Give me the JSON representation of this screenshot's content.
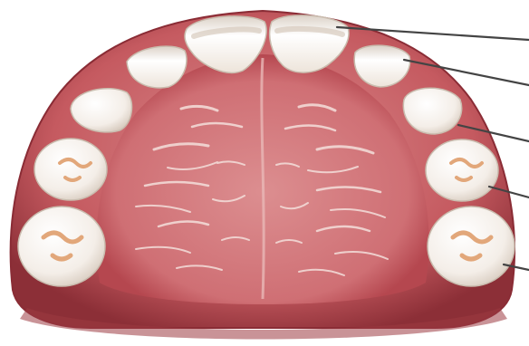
{
  "figure": {
    "subject": "upper-dental-arch-primary-teeth",
    "colors": {
      "background": "#ffffff",
      "gum": "#c55a60",
      "gum_dark": "#8c2f37",
      "palate": "#d27a7e",
      "palate_ridge": "#f1d8d4",
      "tooth": "#f7f2ec",
      "tooth_shadow": "#d9cfc5",
      "fissure": "#e2a77a",
      "leader_line": "#444444"
    },
    "teeth_right_side": [
      "central-incisor",
      "lateral-incisor",
      "canine",
      "first-molar",
      "second-molar"
    ],
    "teeth_left_side": [
      "central-incisor",
      "lateral-incisor",
      "canine",
      "first-molar",
      "second-molar"
    ],
    "label_lines": 5
  }
}
